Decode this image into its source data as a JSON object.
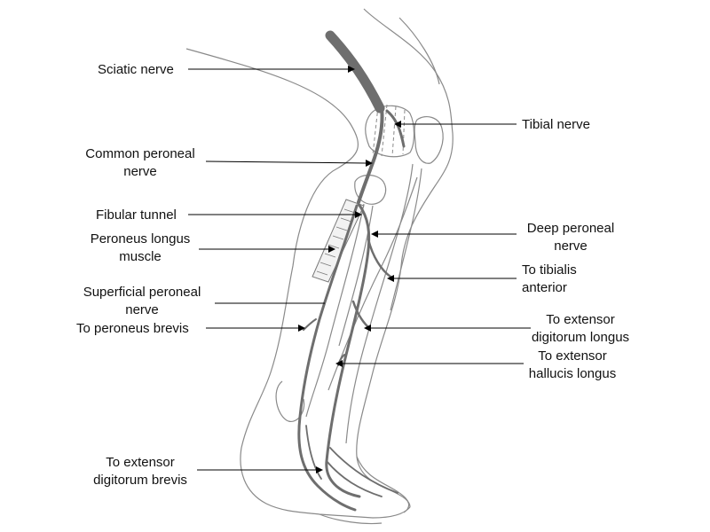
{
  "labels": {
    "sciatic": "Sciatic nerve",
    "tibial": "Tibial nerve",
    "common_peroneal_1": "Common peroneal",
    "common_peroneal_2": "nerve",
    "fibular_tunnel": "Fibular tunnel",
    "deep_peroneal_1": "Deep peroneal",
    "deep_peroneal_2": "nerve",
    "peroneus_longus_1": "Peroneus longus",
    "peroneus_longus_2": "muscle",
    "tibialis_1": "To tibialis",
    "tibialis_2": "anterior",
    "superficial_peroneal_1": "Superficial peroneal",
    "superficial_peroneal_2": "nerve",
    "extensor_digitorum_longus_1": "To extensor",
    "extensor_digitorum_longus_2": "digitorum longus",
    "peroneus_brevis": "To peroneus brevis",
    "extensor_hallucis_longus_1": "To extensor",
    "extensor_hallucis_longus_2": "hallucis longus",
    "extensor_digitorum_brevis_1": "To extensor",
    "extensor_digitorum_brevis_2": "digitorum brevis"
  },
  "colors": {
    "nerve": "#6e6e6e",
    "outline": "#8a8a8a",
    "leader": "#000000",
    "text": "#111111"
  }
}
